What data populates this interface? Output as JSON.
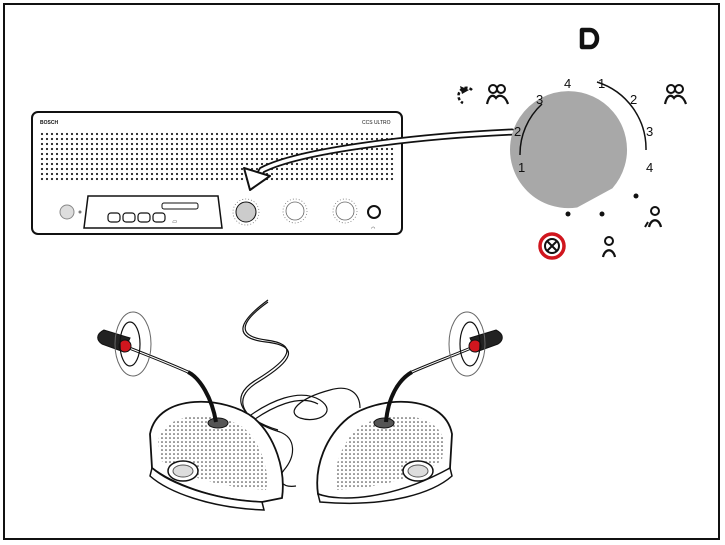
{
  "unit": {
    "brand": "BOSCH",
    "model": "CCS ULTRO"
  },
  "dial": {
    "scale_left": [
      "1",
      "2",
      "3",
      "4"
    ],
    "scale_right": [
      "1",
      "2",
      "3",
      "4"
    ],
    "pointer_icon": "power-symbol-icon",
    "icons": [
      "open-mode-group-icon",
      "override-group-icon",
      "single-speaker-icon",
      "push-to-talk-speaker-icon",
      "mute-off-icon"
    ]
  },
  "colors": {
    "accent": "#d0161e",
    "dial_fill": "#a8a8a8",
    "line": "#111111"
  }
}
